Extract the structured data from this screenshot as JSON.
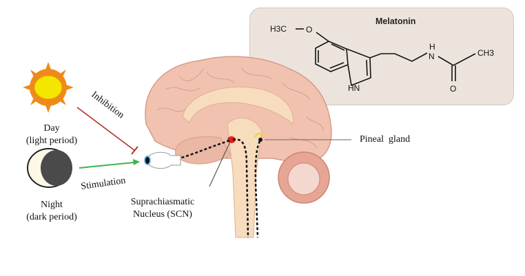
{
  "figure": {
    "molecule": {
      "title": "Melatonin",
      "labels": {
        "methyl_left": "H3C",
        "oxygen_ether": "O",
        "indole_nh": "HN",
        "amide_h": "H",
        "amide_n": "N",
        "methyl_right": "CH3",
        "carbonyl_o": "O"
      }
    },
    "left": {
      "day_label_1": "Day",
      "day_label_2": "(light period)",
      "night_label_1": "Night",
      "night_label_2": "(dark period)",
      "inhibition_label": "Inhibition",
      "stimulation_label": "Stimulation"
    },
    "brain": {
      "scn_label_1": "Suprachiasmatic",
      "scn_label_2": "Nucleus (SCN)",
      "pineal_label": "Pineal  gland"
    },
    "colors": {
      "inhibition": "#b5302a",
      "stimulation": "#3bb54a",
      "sun_core": "#f5e600",
      "sun_rays": "#ef8a1a",
      "brain": "#f2c2b0",
      "scn": "#e0201b",
      "pineal": "#f2d24a",
      "box": "#ece4dc"
    }
  }
}
